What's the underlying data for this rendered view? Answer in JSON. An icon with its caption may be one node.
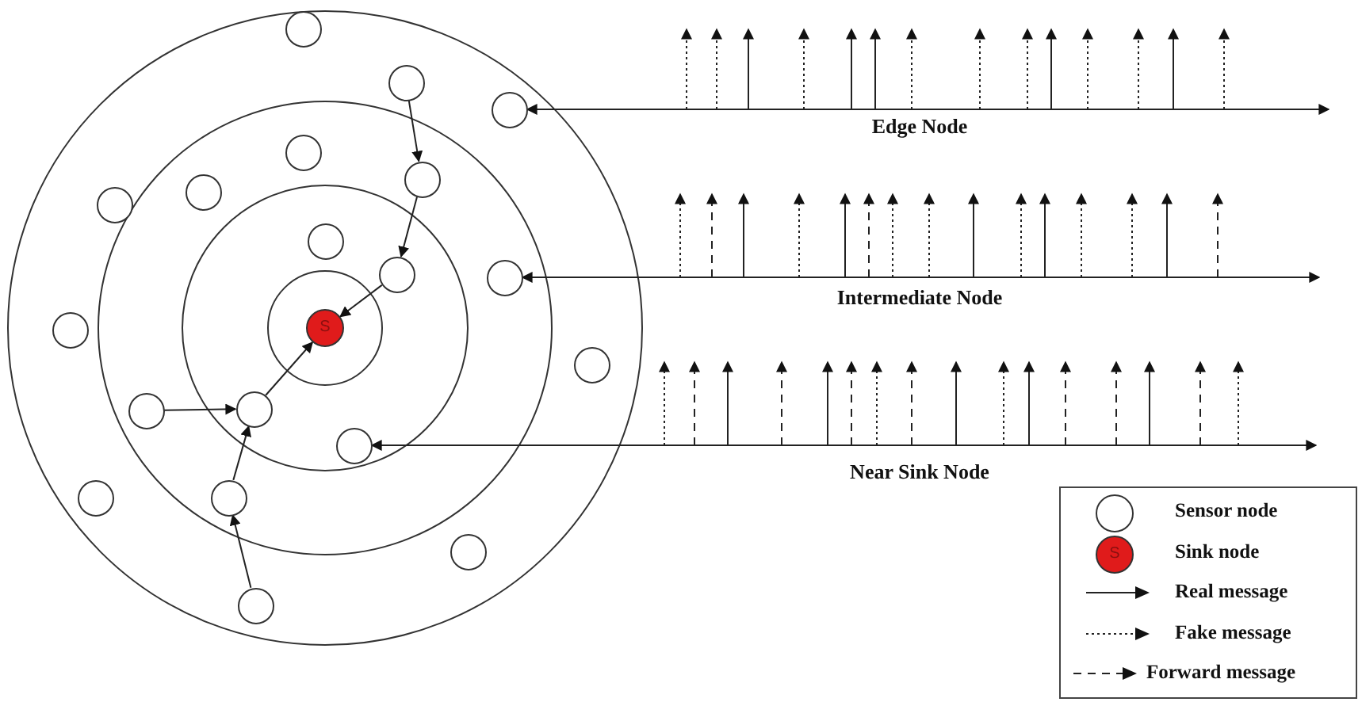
{
  "diagram": {
    "nodes": [
      {
        "text": [],
        "shape": "circle"
      },
      {
        "text": [],
        "shape": "circle"
      },
      {
        "text": [],
        "shape": "circle"
      },
      {
        "text": [],
        "shape": "circle"
      },
      {
        "text": [],
        "shape": "circle"
      },
      {
        "text": [],
        "shape": "circle"
      },
      {
        "text": [],
        "shape": "circle"
      },
      {
        "text": [],
        "shape": "circle"
      },
      {
        "text": [],
        "shape": "circle"
      },
      {
        "text": [],
        "shape": "circle"
      },
      {
        "text": [],
        "shape": "circle"
      },
      {
        "text": [
          "S"
        ]
      },
      {
        "text": [],
        "shape": "circle"
      },
      {
        "text": [],
        "shape": "circle"
      },
      {
        "text": [],
        "shape": "circle"
      },
      {
        "text": [],
        "shape": "circle"
      },
      {
        "text": [],
        "shape": "circle"
      },
      {
        "text": [],
        "shape": "circle"
      },
      {
        "text": [],
        "shape": "circle"
      },
      {
        "text": [],
        "shape": "circle"
      }
    ],
    "edges": [
      {
        "from": 1,
        "to": 4,
        "arrow": "to"
      },
      {
        "from": 4,
        "to": 8,
        "arrow": "to"
      },
      {
        "from": 8,
        "to": 11,
        "arrow": "to"
      },
      {
        "from": 14,
        "to": 13,
        "arrow": "to"
      },
      {
        "from": 19,
        "to": 17,
        "arrow": "to"
      },
      {
        "from": 17,
        "to": 13,
        "arrow": "to"
      },
      {
        "from": 13,
        "to": 11,
        "arrow": "to"
      },
      {
        "from": 2,
        "to": null,
        "arrow": "both",
        "label": "Edge Node"
      },
      {
        "from": 9,
        "to": null,
        "arrow": "both",
        "label": "Intermediate Node"
      },
      {
        "from": 15,
        "to": null,
        "arrow": "both",
        "label": "Near Sink Node"
      }
    ],
    "labels": [
      "S"
    ],
    "legend": [
      {
        "text": "Sensor node"
      },
      {
        "text": "Sink node"
      },
      {
        "text": "Real message"
      },
      {
        "text": "Fake message"
      },
      {
        "text": "Forward message"
      }
    ]
  }
}
